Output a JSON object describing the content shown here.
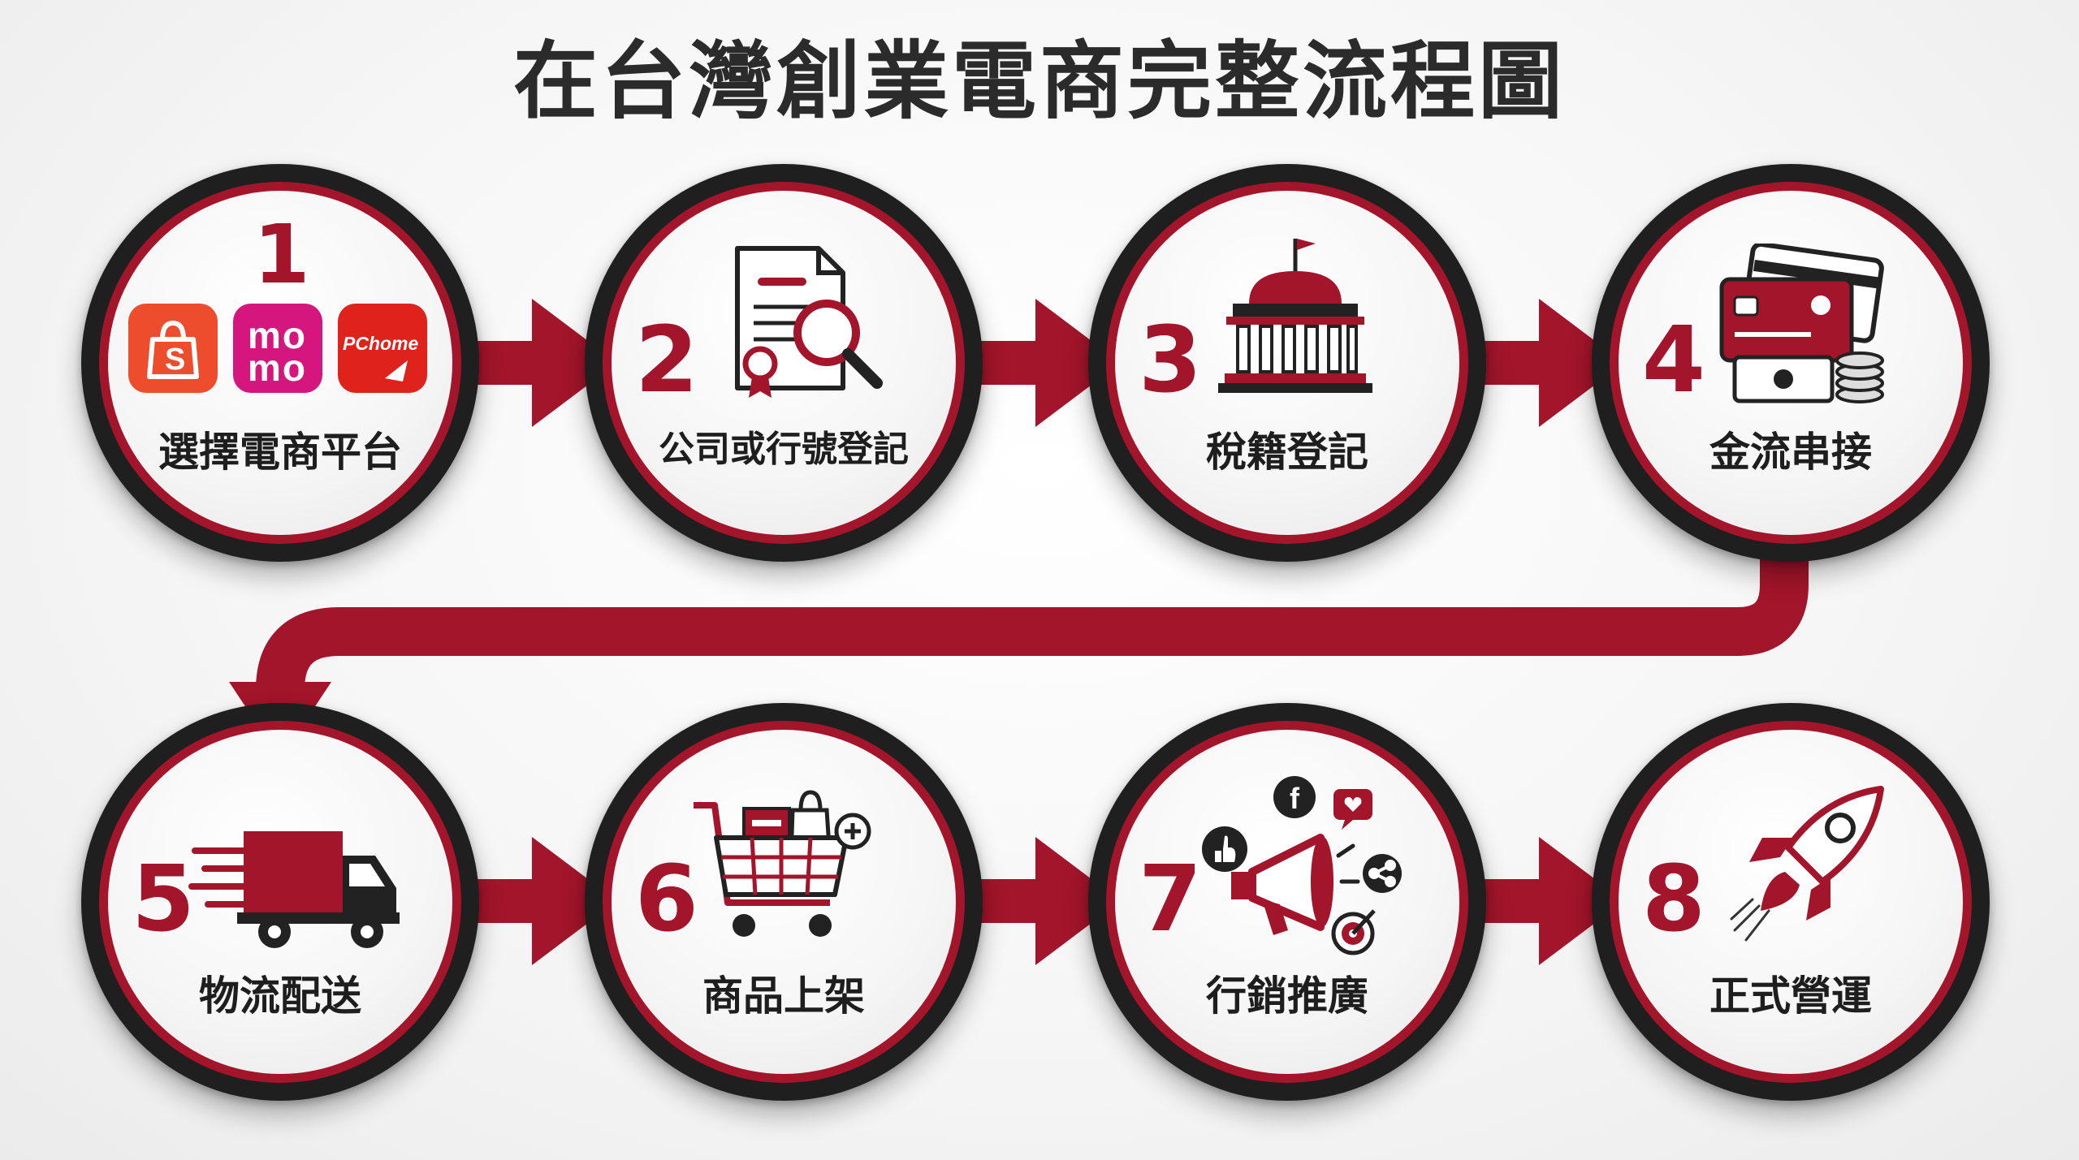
{
  "title": "在台灣創業電商完整流程圖",
  "colors": {
    "accent": "#a3152a",
    "ring": "#1f1f1f",
    "text": "#1e1e1e",
    "shopee": "#ee4d2d",
    "momo": "#d6167f",
    "pchome": "#e0221c"
  },
  "steps": [
    {
      "number": "1",
      "label": "選擇電商平台",
      "icon": "platform-logos-icon"
    },
    {
      "number": "2",
      "label": "公司或行號登記",
      "icon": "document-search-icon"
    },
    {
      "number": "3",
      "label": "稅籍登記",
      "icon": "government-building-icon"
    },
    {
      "number": "4",
      "label": "金流串接",
      "icon": "payment-cards-cash-icon"
    },
    {
      "number": "5",
      "label": "物流配送",
      "icon": "delivery-truck-icon"
    },
    {
      "number": "6",
      "label": "商品上架",
      "icon": "shopping-cart-icon"
    },
    {
      "number": "7",
      "label": "行銷推廣",
      "icon": "megaphone-social-icon"
    },
    {
      "number": "8",
      "label": "正式營運",
      "icon": "rocket-icon"
    }
  ],
  "platforms": [
    {
      "name": "shopee",
      "text": "S",
      "icon": "shopee-bag-icon"
    },
    {
      "name": "momo",
      "text_top": "mo",
      "text_bottom": "mo"
    },
    {
      "name": "pchome",
      "text": "PChome"
    }
  ]
}
